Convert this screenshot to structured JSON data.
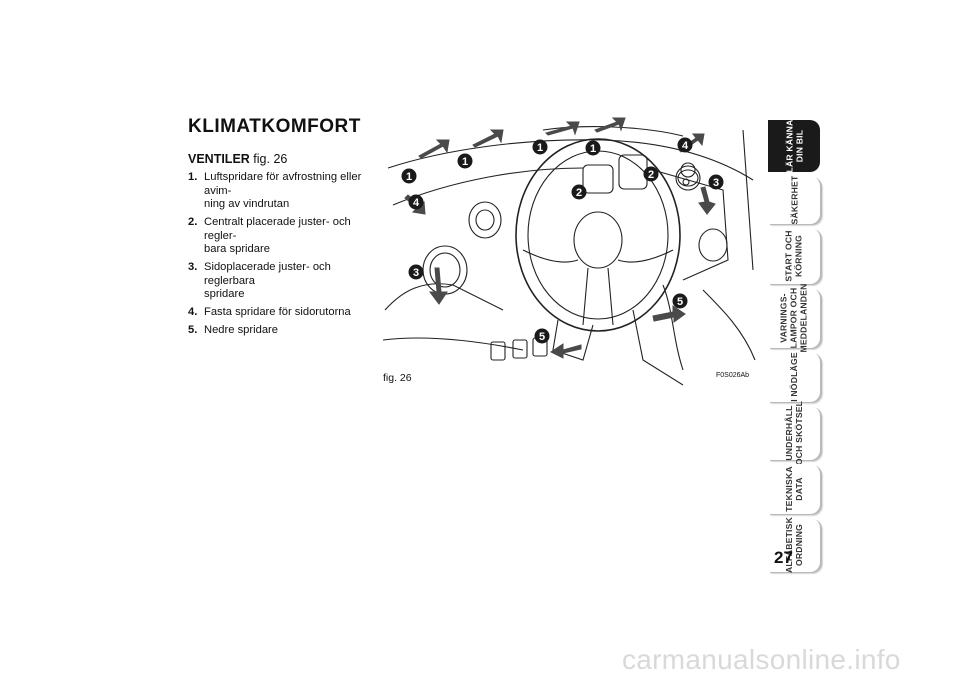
{
  "title": "KLIMATKOMFORT",
  "section": {
    "label": "VENTILER",
    "figref": "fig. 26"
  },
  "items": [
    {
      "num": "1.",
      "text": "Luftspridare för avfrostning eller avim-\nning av vindrutan"
    },
    {
      "num": "2.",
      "text": "Centralt placerade juster- och regler-\nbara spridare"
    },
    {
      "num": "3.",
      "text": "Sidoplacerade juster- och reglerbara\nspridare"
    },
    {
      "num": "4.",
      "text": "Fasta spridare för sidorutorna"
    },
    {
      "num": "5.",
      "text": "Nedre spridare"
    }
  ],
  "figure": {
    "caption": "fig. 26",
    "code": "F0S026Ab",
    "callouts": [
      "1",
      "1",
      "1",
      "1",
      "2",
      "2",
      "3",
      "3",
      "4",
      "4",
      "5",
      "5"
    ]
  },
  "tabs": [
    {
      "label": "LÄR KÄNNA\nDIN BIL",
      "active": true
    },
    {
      "label": "SÄKERHET",
      "active": false
    },
    {
      "label": "START OCH\nKÖRNING",
      "active": false
    },
    {
      "label": "VARNINGS-\nLAMPOR OCH\nMEDDELANDEN",
      "active": false
    },
    {
      "label": "I NÖDLÄGE",
      "active": false
    },
    {
      "label": "UNDERHÅLL\nOCH SKÖTSEL",
      "active": false
    },
    {
      "label": "TEKNISKA\nDATA",
      "active": false
    },
    {
      "label": "ALFABETISK\nORDNING",
      "active": false
    }
  ],
  "page_number": "27",
  "watermark": "carmanualsonline.info",
  "colors": {
    "active_tab": "#1a1a1a",
    "arrow_fill": "#4a4a4a",
    "text": "#111111",
    "watermark": "#d9d9d9"
  }
}
